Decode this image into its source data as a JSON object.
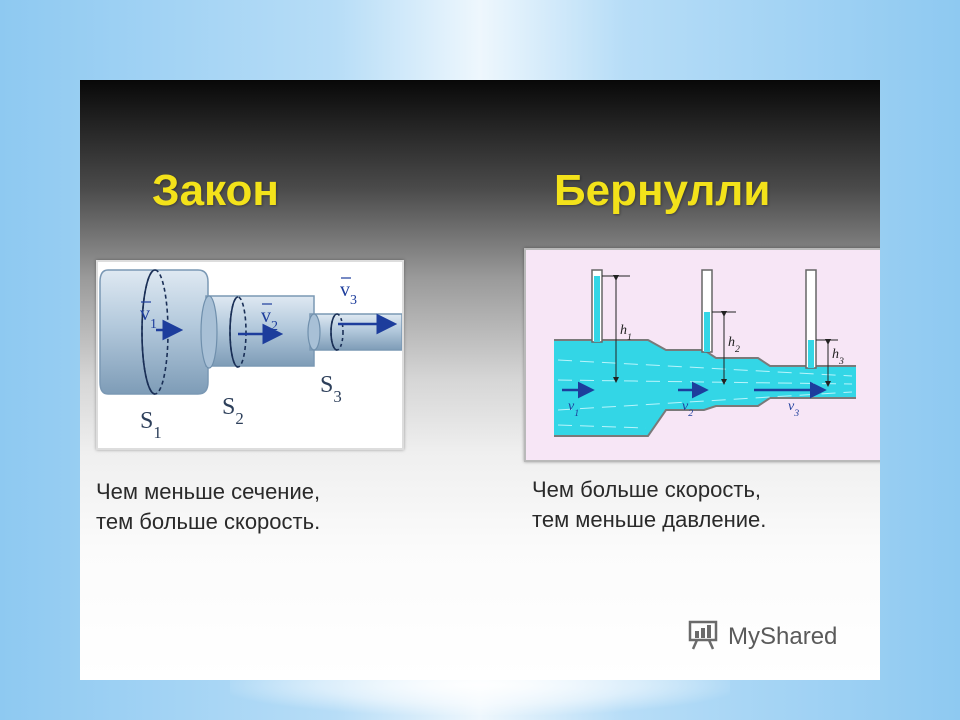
{
  "title": {
    "left": "Закон",
    "right": "Бернулли"
  },
  "left_diagram": {
    "velocity_labels": [
      "v1",
      "v2",
      "v3"
    ],
    "section_labels": [
      "S1",
      "S2",
      "S3"
    ]
  },
  "right_diagram": {
    "height_labels": [
      "h1",
      "h2",
      "h3"
    ],
    "velocity_labels": [
      "v1",
      "v2",
      "v3"
    ]
  },
  "captions": {
    "left": [
      "Чем меньше сечение,",
      "тем больше скорость."
    ],
    "right": [
      "Чем больше скорость,",
      "тем меньше давление."
    ]
  },
  "watermark": {
    "text": "MyShared",
    "icon": "presentation-board-icon"
  },
  "colors": {
    "title": "#f3e21a",
    "pipe": "#b9cfe0",
    "water": "#33d6e6",
    "arrow": "#1d3d9c",
    "panel_right_bg": "#f7e6f6"
  }
}
